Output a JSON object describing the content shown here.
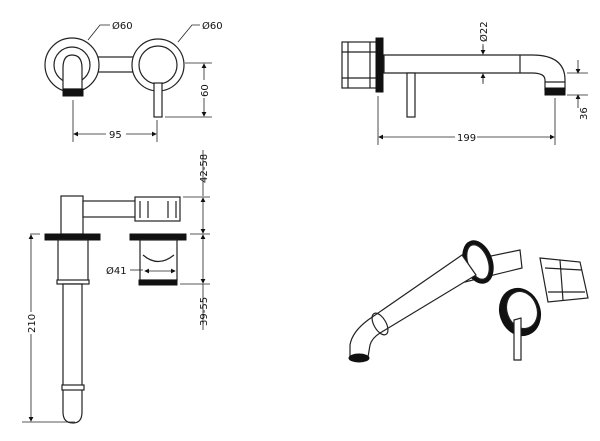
{
  "title": "Wall mounted basin mixer technical drawing",
  "front_view": {
    "dia_left": "Ø60",
    "dia_right": "Ø60",
    "spacing": "95",
    "lever_height": "60"
  },
  "side_view": {
    "pipe_dia": "Ø22",
    "projection": "199",
    "spout_drop": "36"
  },
  "top_view": {
    "wall_depth_upper": "42-58",
    "body_dia": "Ø41",
    "wall_depth_lower": "39-55",
    "spout_length": "210"
  }
}
